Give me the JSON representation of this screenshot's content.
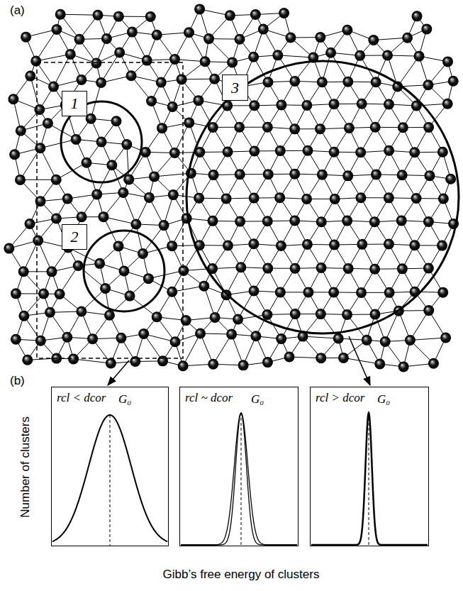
{
  "diagram": {
    "nodes": [
      {
        "text": [
          "1"
        ]
      },
      {
        "text": [
          "2"
        ]
      },
      {
        "text": [
          "3"
        ]
      },
      {
        "text": [
          "rcl < dcor",
          "G₀"
        ]
      },
      {
        "text": [
          "rcl ~ dcor",
          "G₀"
        ]
      },
      {
        "text": [
          "rcl > dcor",
          "G₀"
        ]
      }
    ],
    "labels": [
      "(a)",
      "(b)",
      "Number of clusters",
      "Gibb’s free energy of clusters"
    ]
  }
}
